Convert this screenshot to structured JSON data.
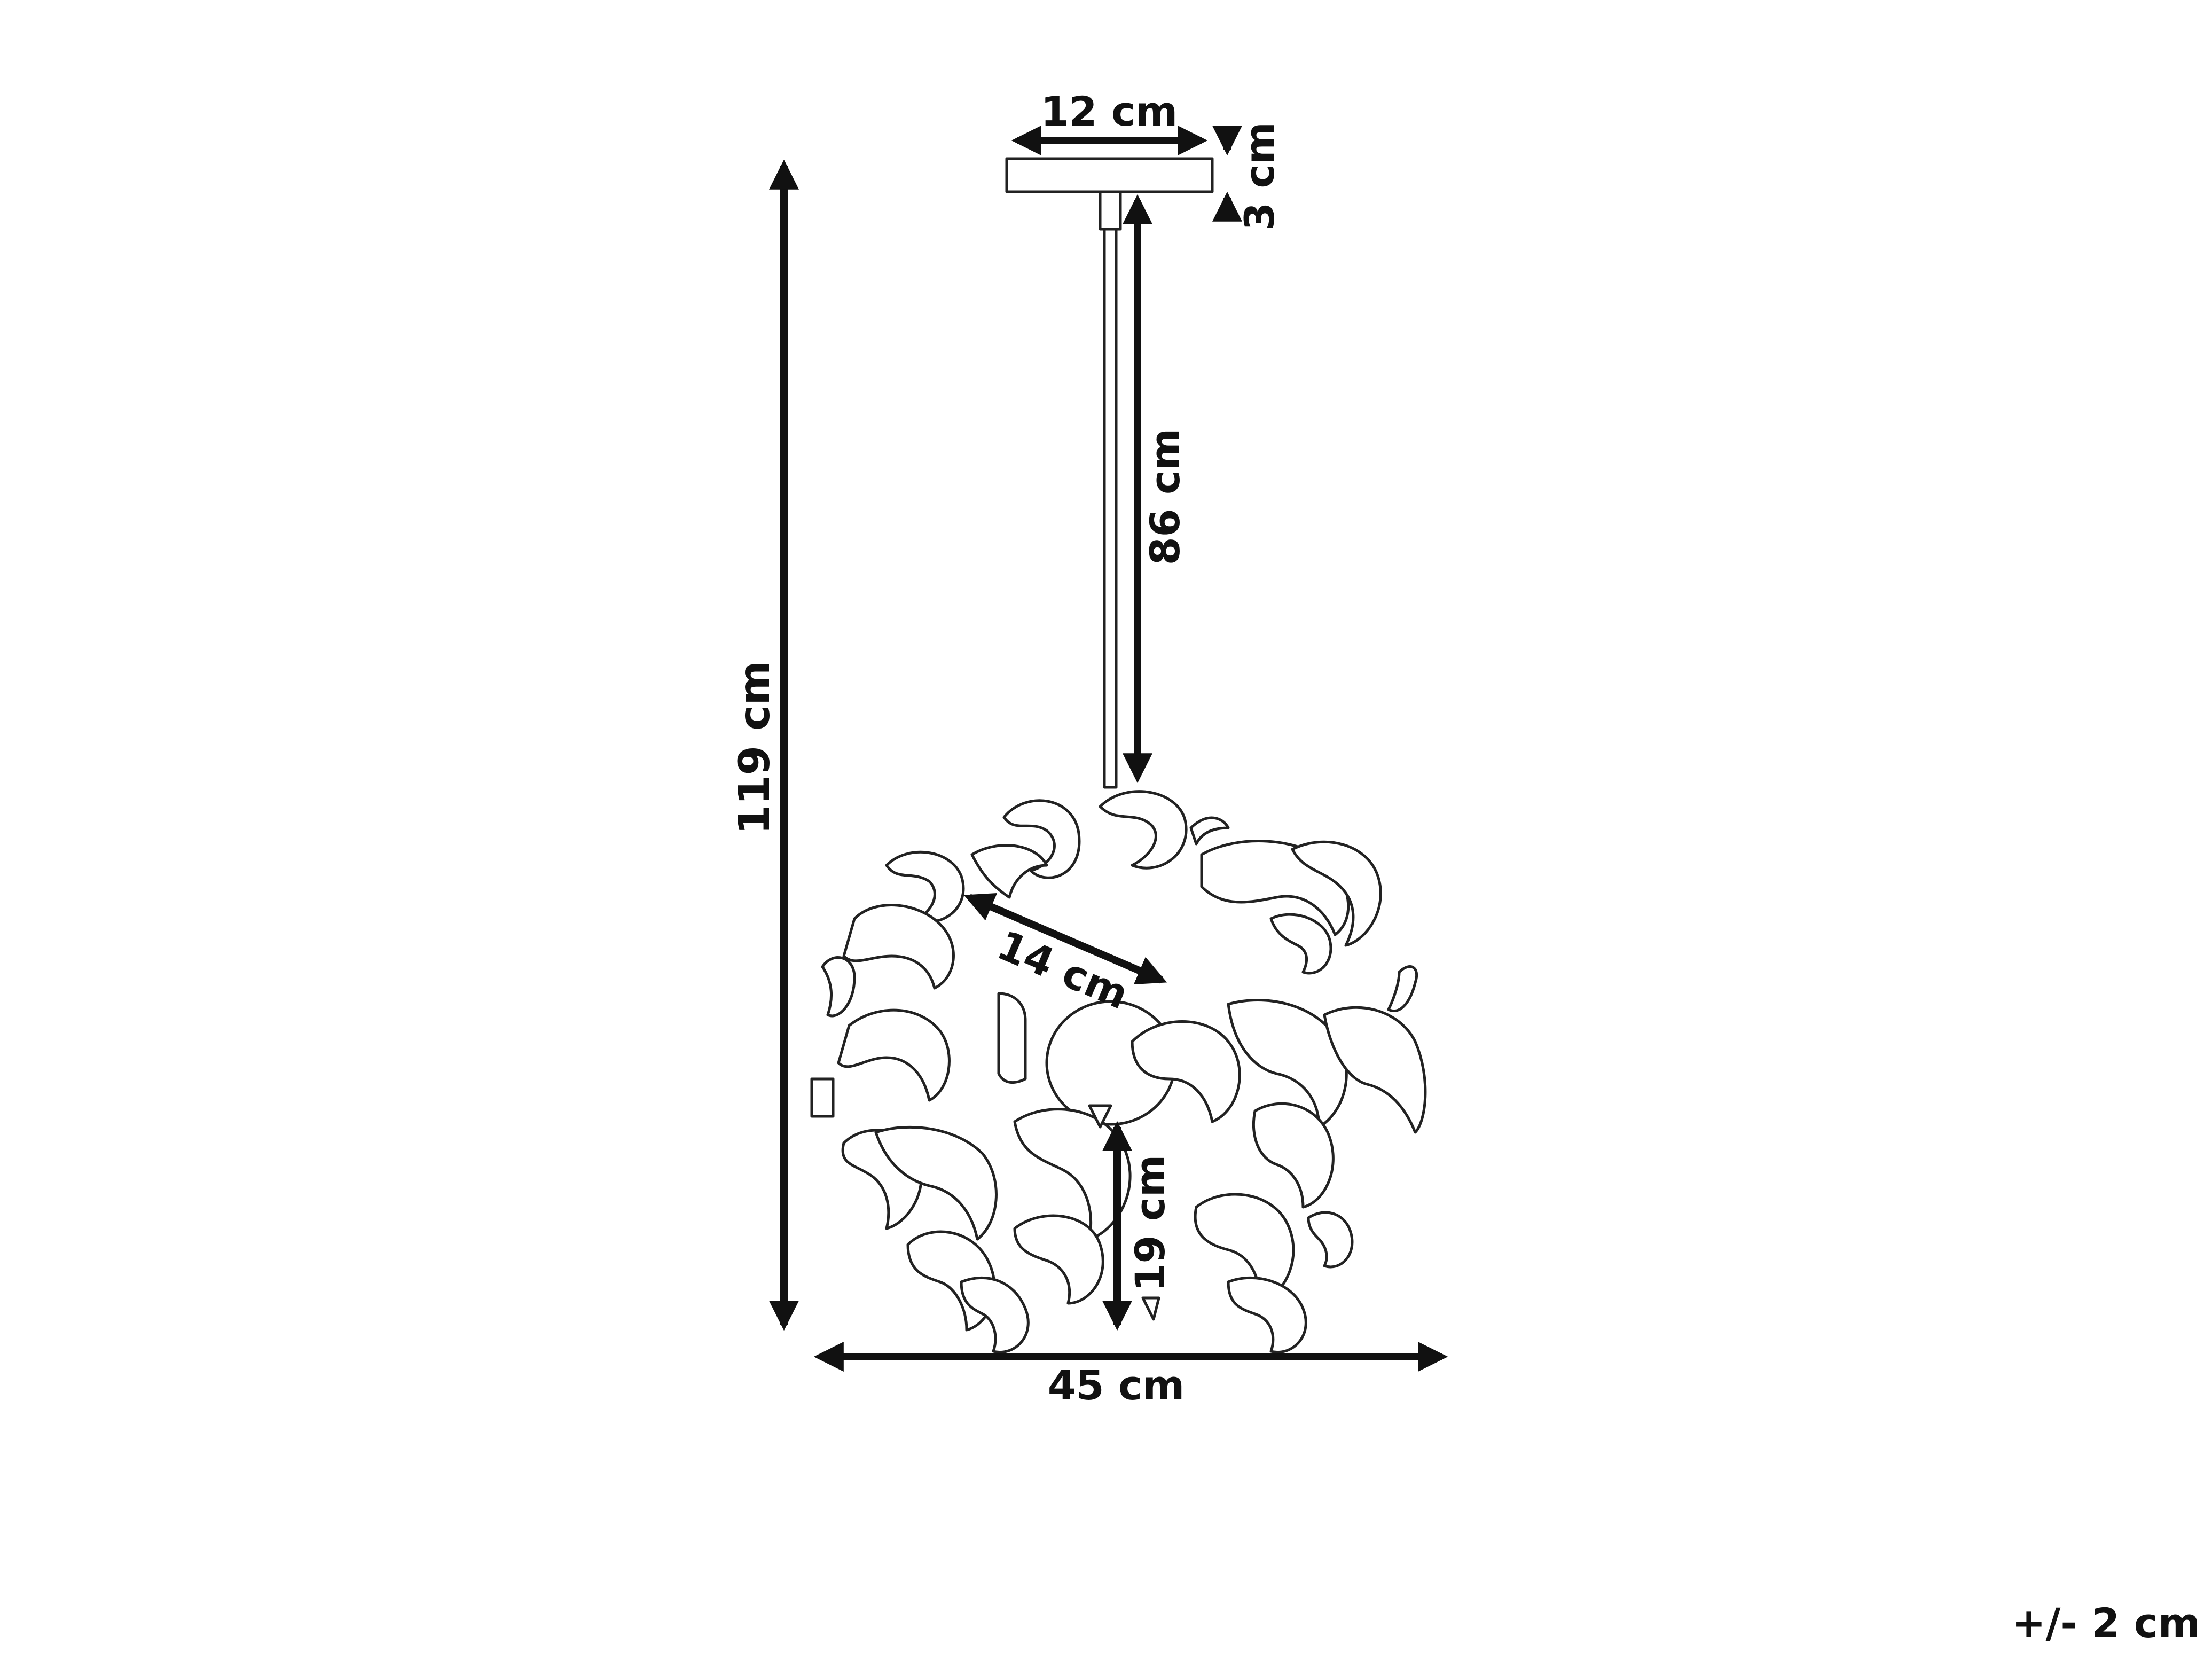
{
  "dimensions": {
    "canopy_width": "12 cm",
    "canopy_height": "3 cm",
    "rod_length": "86 cm",
    "total_height": "119 cm",
    "inner_diameter": "14 cm",
    "shade_height": "19 cm",
    "shade_width": "45 cm"
  },
  "tolerance": "+/- 2 cm",
  "colors": {
    "line": "#222222",
    "arrow": "#111111",
    "background": "#ffffff"
  }
}
